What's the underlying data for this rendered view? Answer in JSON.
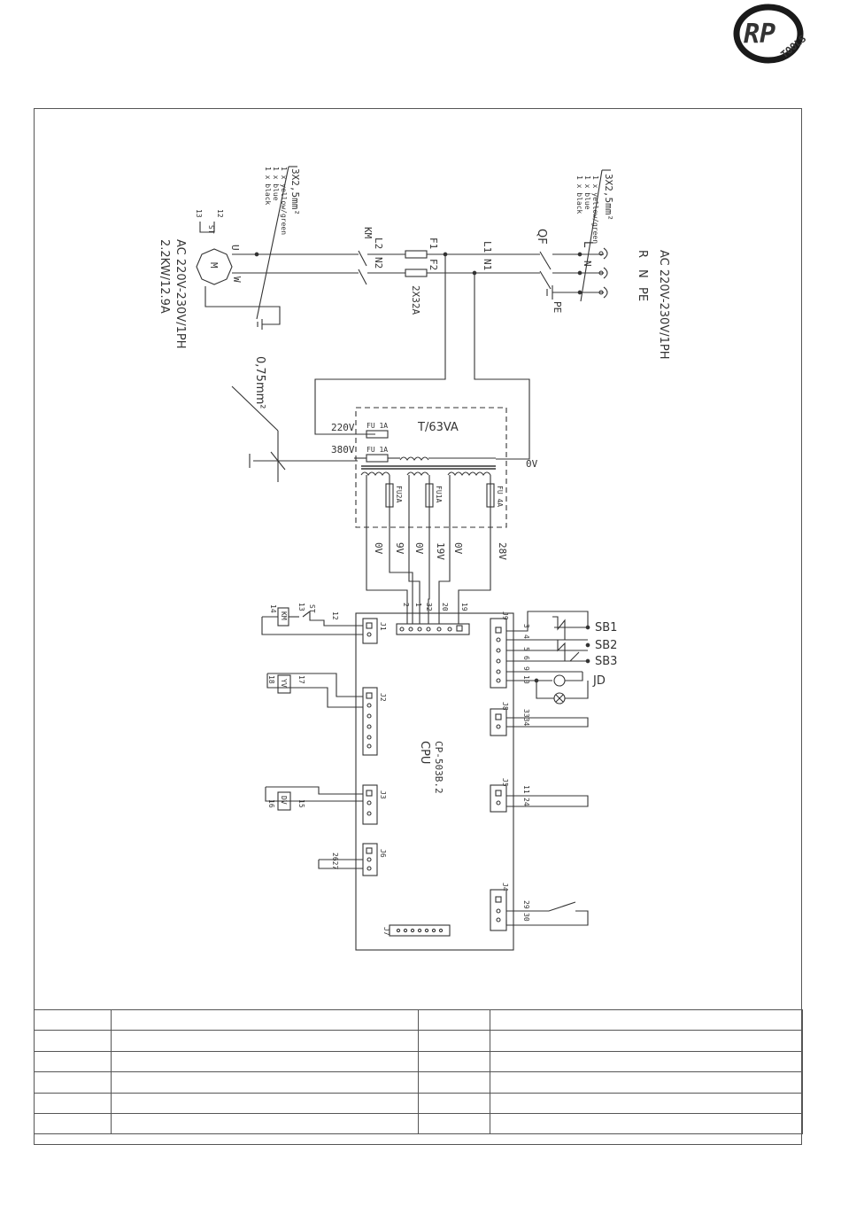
{
  "logo": {
    "text": "RP",
    "subtext": "TOOLS",
    "color_main": "#3a8fb5",
    "color_dark": "#1a1a1a"
  },
  "supply": {
    "cable": "3X2,5mm²",
    "wires": [
      "1 x black",
      "1 x blue",
      "1 x yellow/green"
    ],
    "terminals": [
      "R",
      "N",
      "PE"
    ],
    "spec": "AC 220V-230V/1PH",
    "breaker": "QF",
    "pe_label": "PE",
    "lines": [
      "L",
      "N"
    ]
  },
  "motor": {
    "cable": "3X2,5mm²",
    "wires": [
      "1 x black",
      "1 x blue",
      "1 x yellow/green"
    ],
    "spec": "AC 220V-230V/1PH",
    "power": "2.2KW/12.9A",
    "symbol": "M",
    "phases": [
      "U",
      "W"
    ],
    "switch": "ST",
    "switch_pins": [
      "12",
      "13"
    ]
  },
  "contactor": {
    "name": "KM",
    "labels": [
      "L2",
      "N2",
      "L1",
      "N1"
    ]
  },
  "fuses": {
    "f1": "F1",
    "f2": "F2",
    "rating": "2X32A"
  },
  "transformer": {
    "name": "T/63VA",
    "cable": "0,75mm²",
    "primary": [
      "220V",
      "380V",
      "0V"
    ],
    "fuse_primary": "FU 1A",
    "secondary_fuses": [
      "FU2A",
      "FU1A",
      "FU 4A"
    ],
    "outputs": [
      "0V",
      "9V",
      "0V",
      "19V",
      "0V",
      "28V"
    ],
    "pin_numbers": [
      "2",
      "1",
      "32",
      "20",
      "19"
    ]
  },
  "cpu": {
    "title": "CPU",
    "model": "CP-503B.2",
    "connectors": [
      "J1",
      "J2",
      "J3",
      "J4",
      "J5",
      "J6",
      "J8",
      "J9"
    ],
    "left_labels": {
      "km": "KM",
      "st": "ST",
      "km_pins": [
        "14"
      ],
      "st_pins": [
        "13",
        "12"
      ],
      "yv1": "YV",
      "yv1_pins": [
        "18",
        "17"
      ],
      "yv2": "DV",
      "yv2_pins": [
        "16",
        "15"
      ],
      "j6_pins": "2627"
    },
    "right_labels": {
      "j9_pins": [
        "3",
        "4",
        "5",
        "6",
        "9",
        "10"
      ],
      "j8_pins": "3334",
      "j5_pins": [
        "11",
        "24"
      ],
      "j4_pins": [
        "29",
        "30"
      ]
    },
    "buttons": [
      "SB1",
      "SB2",
      "SB3"
    ],
    "lamp": "JD",
    "bottom_connector": "J7"
  },
  "parts_table": {
    "rows": 6,
    "cols": 4,
    "cells": []
  }
}
